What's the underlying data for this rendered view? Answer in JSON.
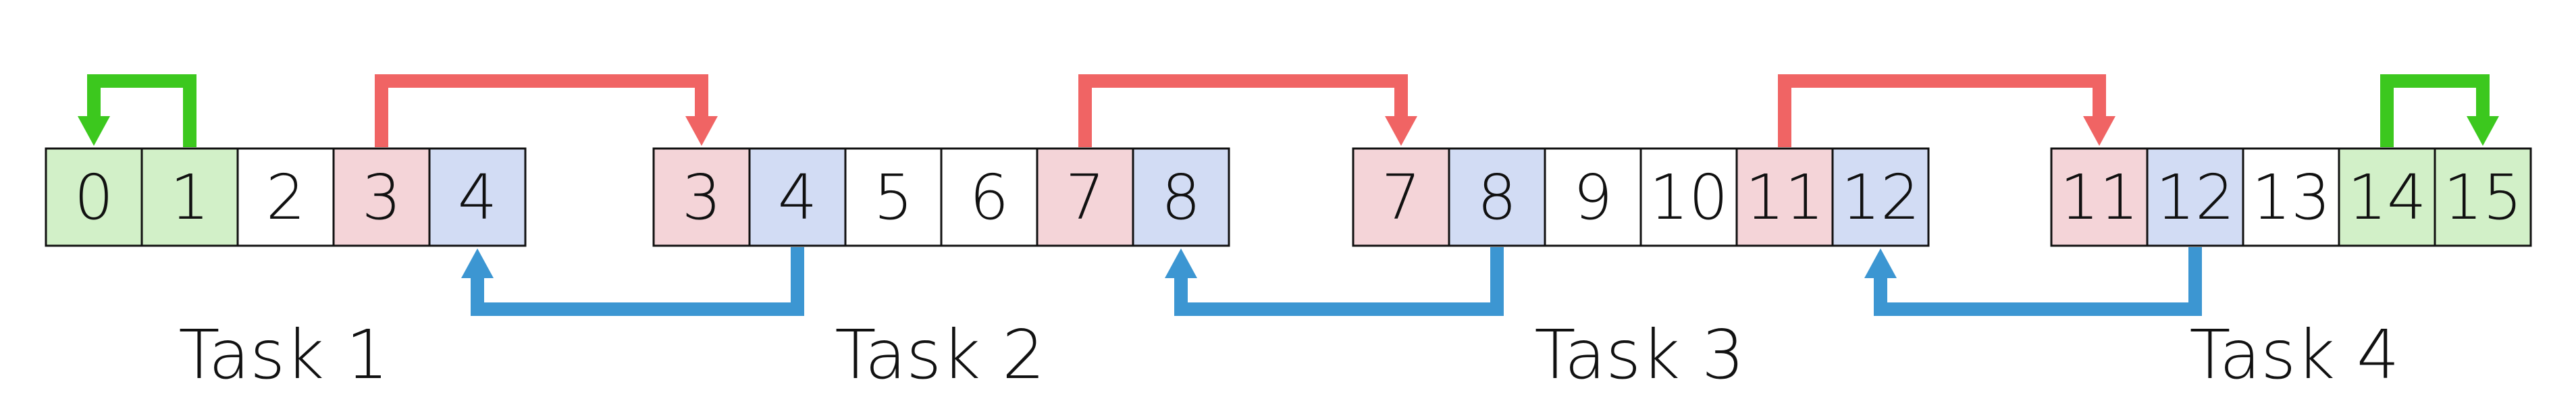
{
  "colors": {
    "plain": "#ffffff",
    "green": "#d2f0c8",
    "red": "#f4d4d8",
    "blue": "#d2dcf4",
    "cell_stroke": "#111111",
    "arrow_green": "#3cc81e",
    "arrow_red": "#f06464",
    "arrow_blue": "#3c96d2"
  },
  "tasks": [
    {
      "label": "Task 1",
      "cells": [
        {
          "value": "0",
          "style": "green"
        },
        {
          "value": "1",
          "style": "green"
        },
        {
          "value": "2",
          "style": "plain"
        },
        {
          "value": "3",
          "style": "red"
        },
        {
          "value": "4",
          "style": "blue"
        }
      ]
    },
    {
      "label": "Task 2",
      "cells": [
        {
          "value": "3",
          "style": "red"
        },
        {
          "value": "4",
          "style": "blue"
        },
        {
          "value": "5",
          "style": "plain"
        },
        {
          "value": "6",
          "style": "plain"
        },
        {
          "value": "7",
          "style": "red"
        },
        {
          "value": "8",
          "style": "blue"
        }
      ]
    },
    {
      "label": "Task 3",
      "cells": [
        {
          "value": "7",
          "style": "red"
        },
        {
          "value": "8",
          "style": "blue"
        },
        {
          "value": "9",
          "style": "plain"
        },
        {
          "value": "10",
          "style": "plain"
        },
        {
          "value": "11",
          "style": "red"
        },
        {
          "value": "12",
          "style": "blue"
        }
      ]
    },
    {
      "label": "Task 4",
      "cells": [
        {
          "value": "11",
          "style": "red"
        },
        {
          "value": "12",
          "style": "blue"
        },
        {
          "value": "13",
          "style": "plain"
        },
        {
          "value": "14",
          "style": "green"
        },
        {
          "value": "15",
          "style": "green"
        }
      ]
    }
  ],
  "arrows": [
    {
      "name": "task1-cell1-to-cell0-arrow",
      "color": "green",
      "direction": "above",
      "from": {
        "task": 0,
        "cell": 1
      },
      "to": {
        "task": 0,
        "cell": 0
      }
    },
    {
      "name": "task1-cell3-to-task2-cell3-arrow",
      "color": "red",
      "direction": "above",
      "from": {
        "task": 0,
        "cell": 3
      },
      "to": {
        "task": 1,
        "cell": 0
      }
    },
    {
      "name": "task2-cell7-to-task3-cell7-arrow",
      "color": "red",
      "direction": "above",
      "from": {
        "task": 1,
        "cell": 4
      },
      "to": {
        "task": 2,
        "cell": 0
      }
    },
    {
      "name": "task3-cell11-to-task4-cell11-arrow",
      "color": "red",
      "direction": "above",
      "from": {
        "task": 2,
        "cell": 4
      },
      "to": {
        "task": 3,
        "cell": 0
      }
    },
    {
      "name": "task4-cell14-to-cell15-arrow",
      "color": "green",
      "direction": "above",
      "from": {
        "task": 3,
        "cell": 3
      },
      "to": {
        "task": 3,
        "cell": 4
      }
    },
    {
      "name": "task2-cell4-to-task1-cell4-arrow",
      "color": "blue",
      "direction": "below",
      "from": {
        "task": 1,
        "cell": 1
      },
      "to": {
        "task": 0,
        "cell": 4
      }
    },
    {
      "name": "task3-cell8-to-task2-cell8-arrow",
      "color": "blue",
      "direction": "below",
      "from": {
        "task": 2,
        "cell": 1
      },
      "to": {
        "task": 1,
        "cell": 5
      }
    },
    {
      "name": "task4-cell12-to-task3-cell12-arrow",
      "color": "blue",
      "direction": "below",
      "from": {
        "task": 3,
        "cell": 1
      },
      "to": {
        "task": 2,
        "cell": 5
      }
    }
  ]
}
